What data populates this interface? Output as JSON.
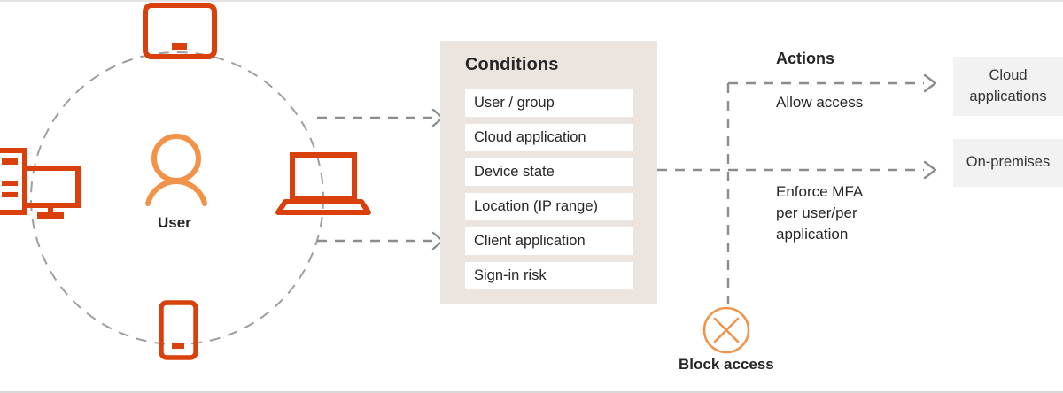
{
  "diagram": {
    "title": "Conditional access signal-decision-enforcement flow",
    "colors": {
      "device_orange": "#d9400b",
      "user_orange": "#f2934a",
      "block_orange": "#f2934a",
      "panel_beige": "#ece5df",
      "target_gray": "#f2f2f2",
      "dashed_gray": "#8c8c8c",
      "text_dark": "#262626"
    }
  },
  "left": {
    "user_label": "User",
    "devices": [
      {
        "name": "tablet",
        "icon": "tablet-icon"
      },
      {
        "name": "desktop",
        "icon": "desktop-computer-icon"
      },
      {
        "name": "laptop",
        "icon": "laptop-icon"
      },
      {
        "name": "phone",
        "icon": "mobile-phone-icon"
      }
    ]
  },
  "conditions": {
    "title": "Conditions",
    "items": [
      "User / group",
      "Cloud application",
      "Device state",
      "Location (IP range)",
      "Client application",
      "Sign-in risk"
    ]
  },
  "actions": {
    "title": "Actions",
    "allow": "Allow access",
    "enforce_mfa": "Enforce MFA\nper user/per\napplication",
    "block": "Block access"
  },
  "targets": [
    {
      "label": "Cloud\napplications",
      "name": "cloud-applications"
    },
    {
      "label": "On-premises",
      "name": "on-premises"
    }
  ]
}
